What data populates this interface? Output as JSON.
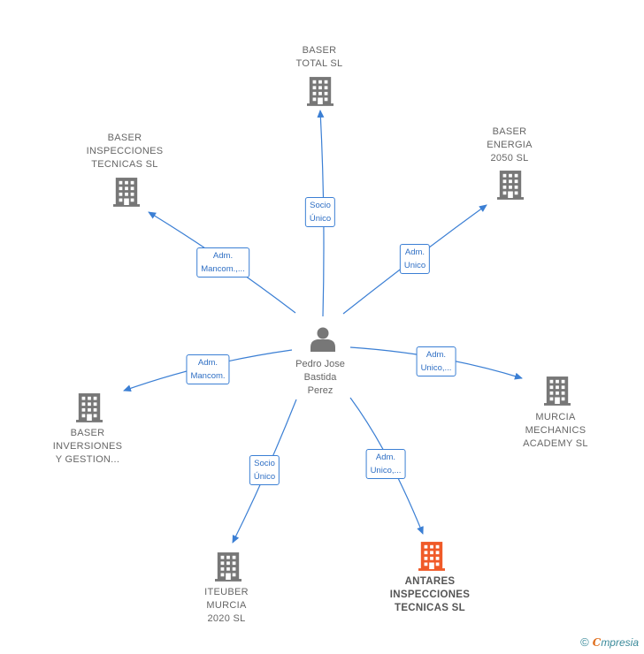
{
  "center": {
    "name_lines": [
      "Pedro Jose",
      "Bastida",
      "Perez"
    ],
    "icon": "person-icon"
  },
  "companies": [
    {
      "id": "baser-total",
      "lines": [
        "BASER",
        "TOTAL  SL"
      ],
      "highlight": false,
      "edge": [
        "Socio",
        "Único"
      ]
    },
    {
      "id": "baser-energia",
      "lines": [
        "BASER",
        "ENERGIA",
        "2050  SL"
      ],
      "highlight": false,
      "edge": [
        "Adm.",
        "Unico"
      ]
    },
    {
      "id": "baser-inspecciones",
      "lines": [
        "BASER",
        "INSPECCIONES",
        "TECNICAS  SL"
      ],
      "highlight": false,
      "edge": [
        "Adm.",
        "Mancom.,..."
      ]
    },
    {
      "id": "murcia-mechanics",
      "lines": [
        "MURCIA",
        "MECHANICS",
        "ACADEMY  SL"
      ],
      "highlight": false,
      "edge": [
        "Adm.",
        "Unico,..."
      ]
    },
    {
      "id": "baser-inversiones",
      "lines": [
        "BASER",
        "INVERSIONES",
        "Y GESTION..."
      ],
      "highlight": false,
      "edge": [
        "Adm.",
        "Mancom."
      ]
    },
    {
      "id": "iteuber",
      "lines": [
        "ITEUBER",
        "MURCIA",
        "2020  SL"
      ],
      "highlight": false,
      "edge": [
        "Socio",
        "Único"
      ]
    },
    {
      "id": "antares",
      "lines": [
        "ANTARES",
        "INSPECCIONES",
        "TECNICAS  SL"
      ],
      "highlight": true,
      "edge": [
        "Adm.",
        "Unico,..."
      ]
    }
  ],
  "colors": {
    "edge": "#3b7fd4",
    "building": "#777777",
    "building_highlight": "#f05a28",
    "person": "#777777"
  },
  "footer": {
    "copyright": "©",
    "brand_e": "C",
    "brand_rest": "mpresia"
  }
}
